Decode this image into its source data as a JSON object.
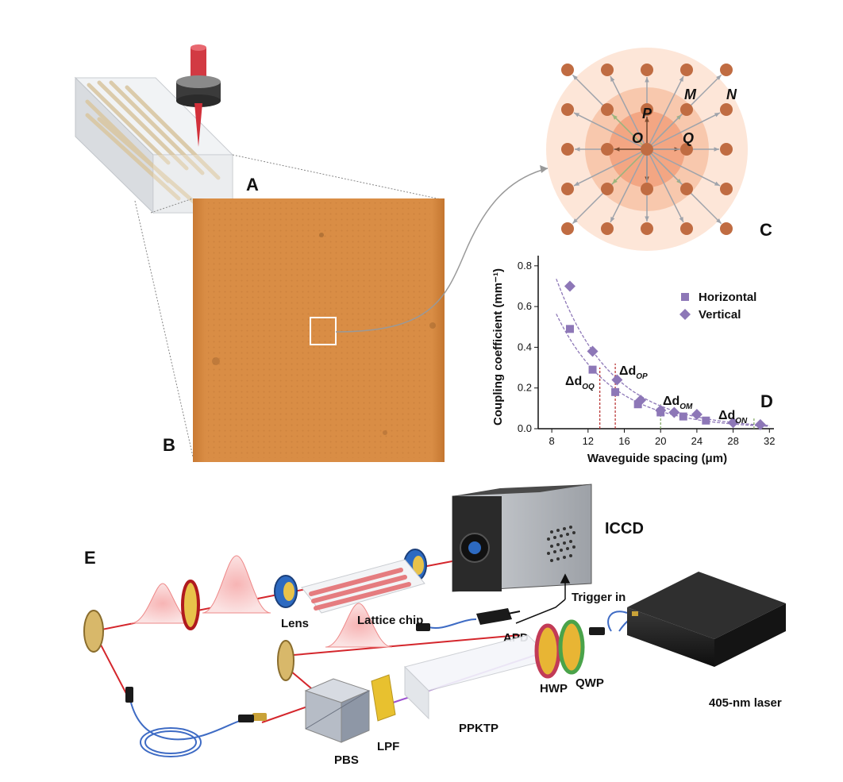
{
  "panels": {
    "a": "A",
    "b": "B",
    "c": "C",
    "d": "D",
    "e": "E"
  },
  "lattice_labels": {
    "p": "P",
    "m": "M",
    "n": "N",
    "o": "O",
    "q": "Q"
  },
  "chart_data": {
    "type": "scatter",
    "xlabel": "Waveguide spacing (μm)",
    "ylabel": "Coupling coefficient (mm⁻¹)",
    "xlim": [
      6.5,
      32.5
    ],
    "ylim": [
      0,
      0.85
    ],
    "xticks": [
      "8",
      "12",
      "16",
      "20",
      "24",
      "28",
      "32"
    ],
    "yticks": [
      "0.0",
      "0.2",
      "0.4",
      "0.6",
      "0.8"
    ],
    "legend_position": "top-right",
    "series": [
      {
        "name": "Horizontal",
        "marker": "square",
        "color": "#8d77b7",
        "x": [
          10,
          12.5,
          15,
          17.5,
          20,
          22.5,
          25
        ],
        "y": [
          0.49,
          0.29,
          0.18,
          0.12,
          0.08,
          0.06,
          0.04
        ]
      },
      {
        "name": "Vertical",
        "marker": "diamond",
        "color": "#8d77b7",
        "x": [
          10,
          12.5,
          15.2,
          17.8,
          20,
          21.5,
          24,
          28,
          31
        ],
        "y": [
          0.7,
          0.38,
          0.24,
          0.14,
          0.09,
          0.08,
          0.07,
          0.03,
          0.02
        ]
      }
    ],
    "annotations": [
      {
        "main": "Δd",
        "sub": "OQ"
      },
      {
        "main": "Δd",
        "sub": "OP"
      },
      {
        "main": "Δd",
        "sub": "OM"
      },
      {
        "main": "Δd",
        "sub": "ON"
      }
    ]
  },
  "setup": {
    "iccd": "ICCD",
    "trigger": "Trigger in",
    "lens": "Lens",
    "lattice_chip": "Lattice chip",
    "apd": "APD",
    "hwp": "HWP",
    "qwp": "QWP",
    "laser": "405-nm laser",
    "pbs": "PBS",
    "lpf": "LPF",
    "ppktp": "PPKTP"
  },
  "colors": {
    "chip": "#d4883c",
    "lattice_bg": "#fde3d3",
    "lattice_mid": "#f8c3a6",
    "lattice_inner": "#f3a07c",
    "site": "#c06c42",
    "marker": "#8d77b7",
    "beam_red": "#d4262c",
    "fiber_blue": "#3e6bc4"
  }
}
